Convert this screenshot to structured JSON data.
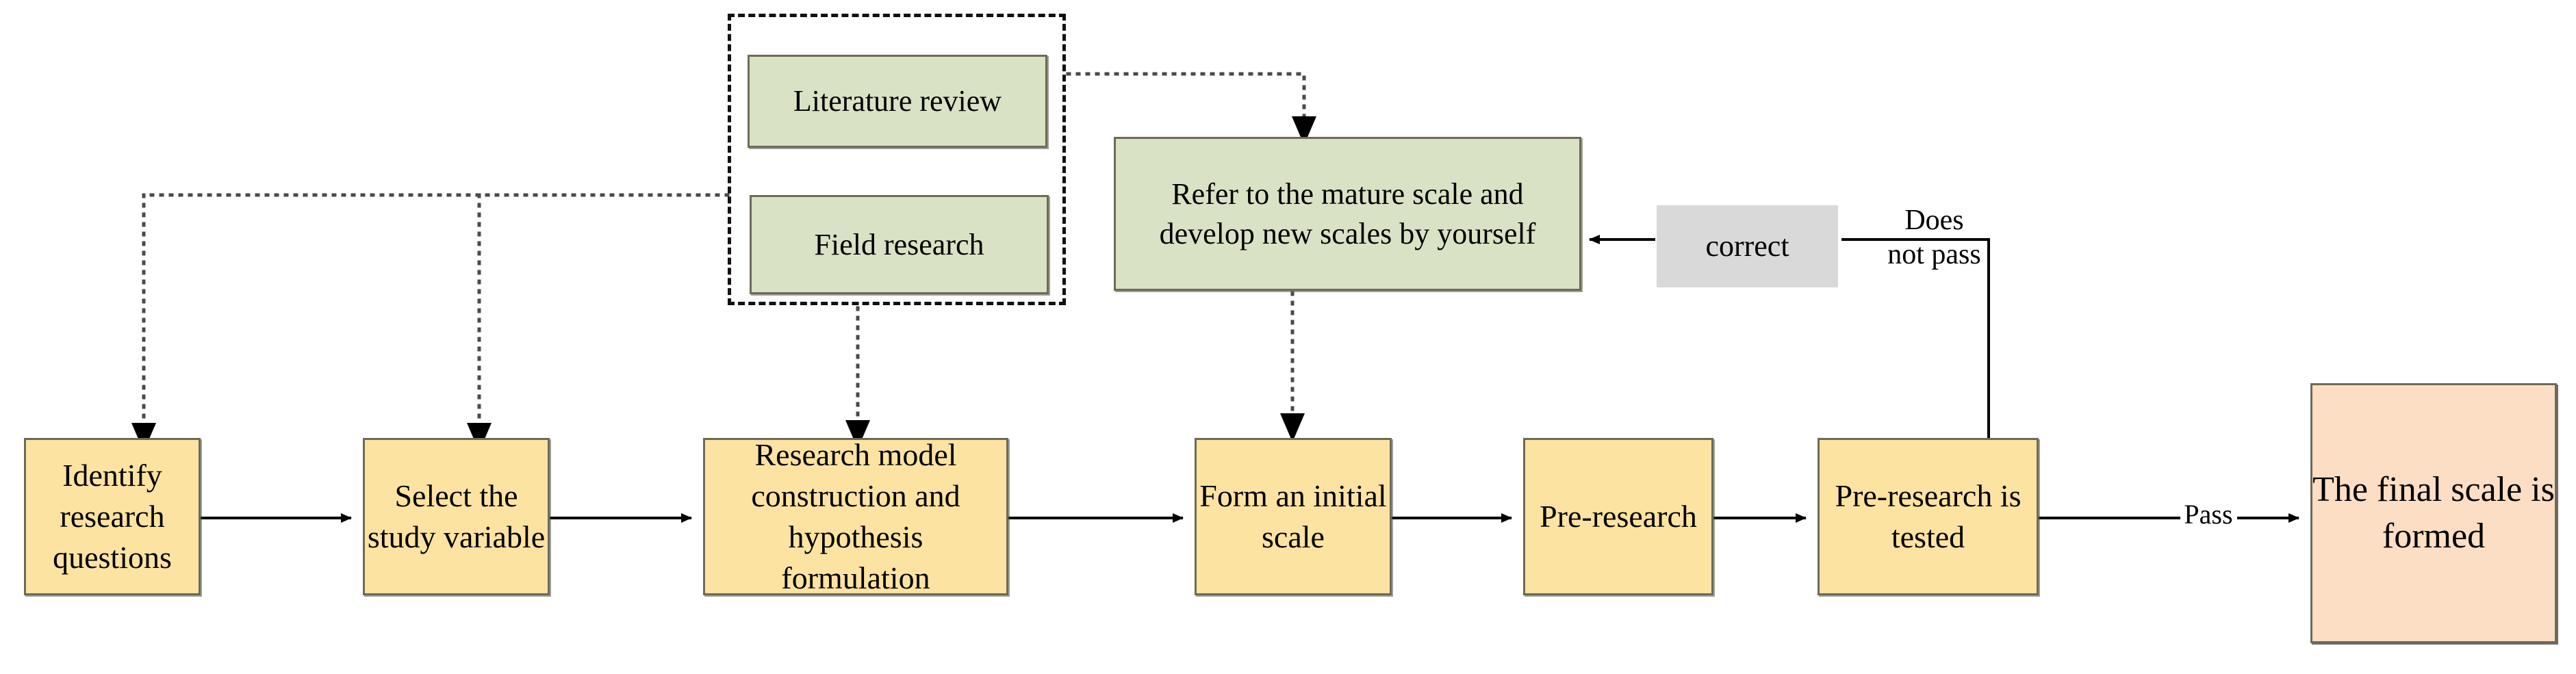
{
  "diagram": {
    "title": "Scale development research flowchart",
    "colors": {
      "process_fill": "#FCE3A2",
      "source_fill": "#D9E2C4",
      "correct_fill": "#D9D9D9",
      "final_fill": "#FBDEC4",
      "border": "#6E6A59",
      "line": "#000000"
    },
    "nodes": {
      "literature_review": "Literature review",
      "field_research": "Field research",
      "refer_mature_scale": "Refer to the mature scale and develop new scales by yourself",
      "correct": "correct",
      "identify_research_questions": "Identify research questions",
      "select_study_variable": "Select the study variable",
      "research_model": "Research model construction and hypothesis formulation",
      "form_initial_scale": "Form an initial scale",
      "pre_research": "Pre-research",
      "pre_research_tested": "Pre-research is tested",
      "final_scale": "The final scale is formed"
    },
    "edge_labels": {
      "does_not_pass": "Does\nnot pass",
      "pass": "Pass"
    }
  }
}
